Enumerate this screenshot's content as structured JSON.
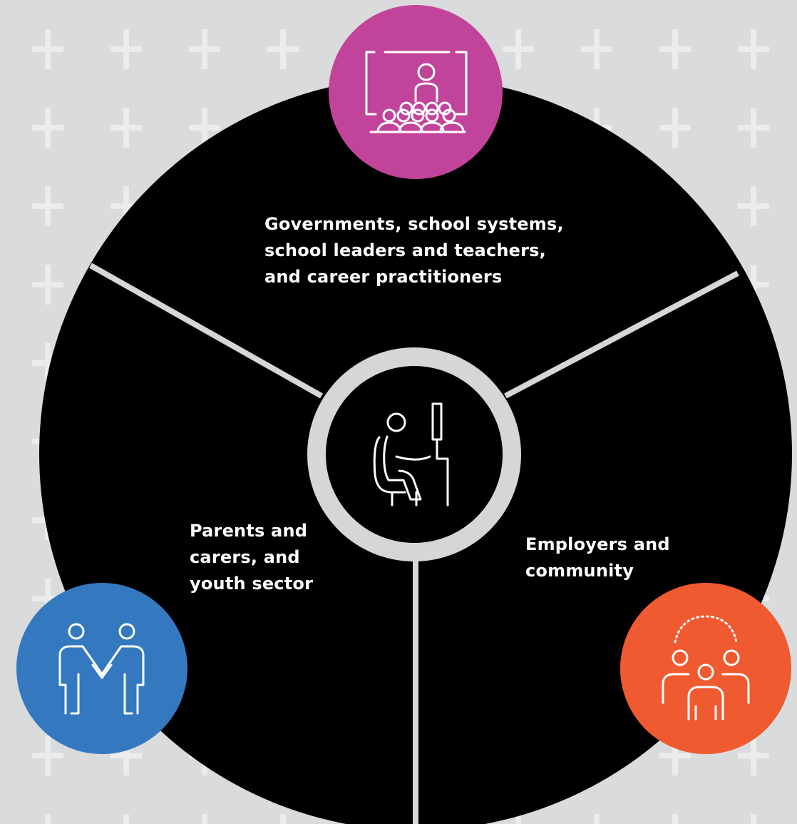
{
  "segments": [
    {
      "id": "top",
      "lines": [
        "Governments, school systems,",
        "school leaders and teachers,",
        "and career practitioners"
      ],
      "icon": "classroom-teacher-icon",
      "color": "#C2449A"
    },
    {
      "id": "left",
      "lines": [
        "Parents and",
        "carers, and",
        "youth sector"
      ],
      "icon": "two-people-holding-hands-icon",
      "color": "#3479BF"
    },
    {
      "id": "right",
      "lines": [
        "Employers and",
        "community"
      ],
      "icon": "community-group-icon",
      "color": "#F05A30"
    }
  ],
  "center": {
    "icon": "student-at-computer-icon"
  },
  "colors": {
    "background": "#DADBDC",
    "pattern": "#EBECED",
    "wheel": "#000000",
    "divider": "#D6D6D6",
    "icon_stroke": "#FFFFFF"
  }
}
